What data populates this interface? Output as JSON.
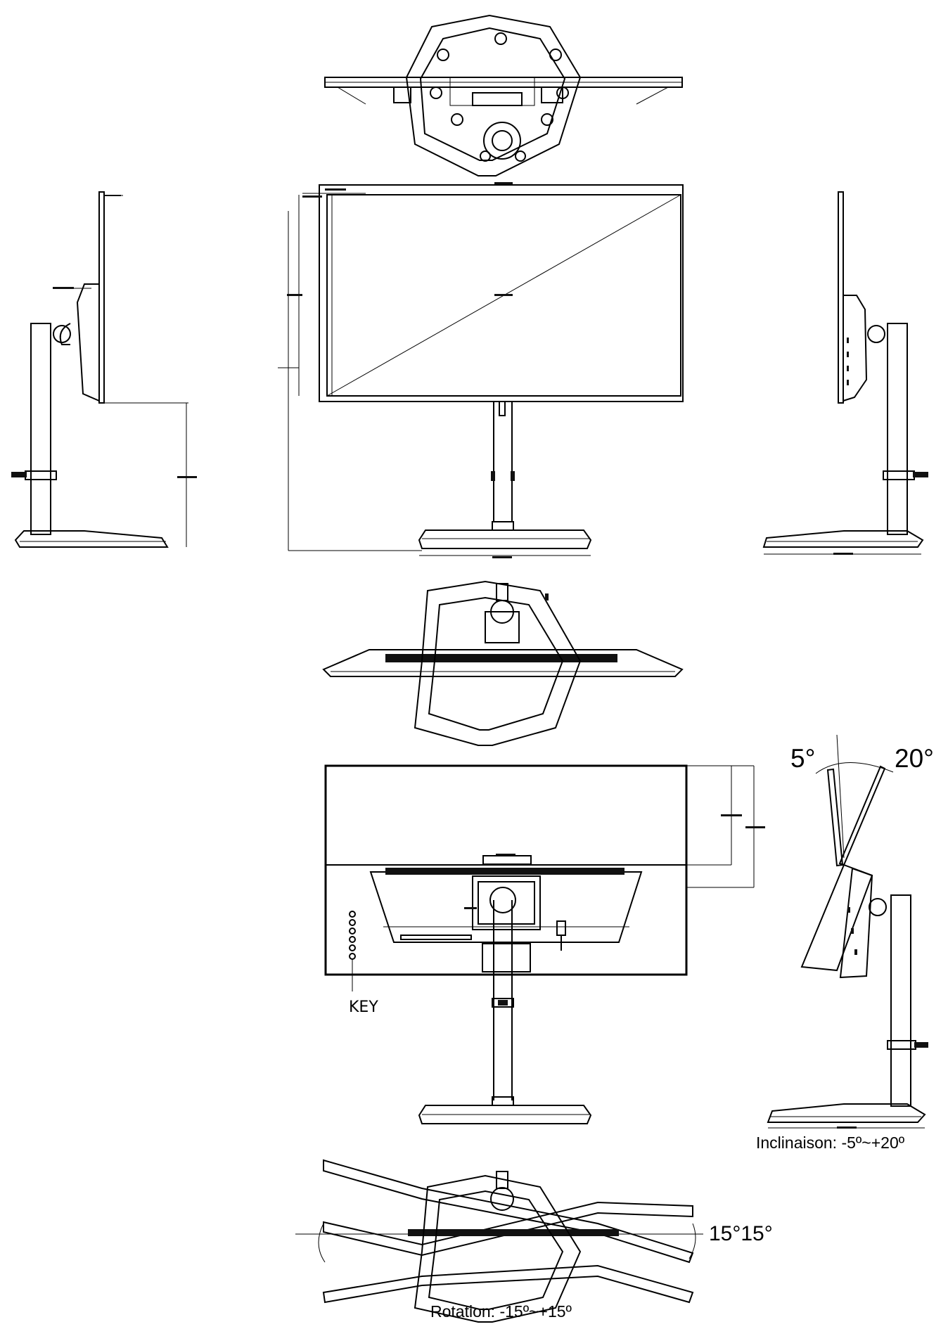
{
  "labels": {
    "tilt_back_angle": "5°",
    "tilt_forward_angle": "20°",
    "key": "KEY",
    "tilt_caption": "Inclinaison: -5º~+20º",
    "swivel_angles": "15°15°",
    "rotation_caption": "Rotation: -15º~+15º"
  },
  "colors": {
    "line": "#000000",
    "background": "#ffffff"
  }
}
